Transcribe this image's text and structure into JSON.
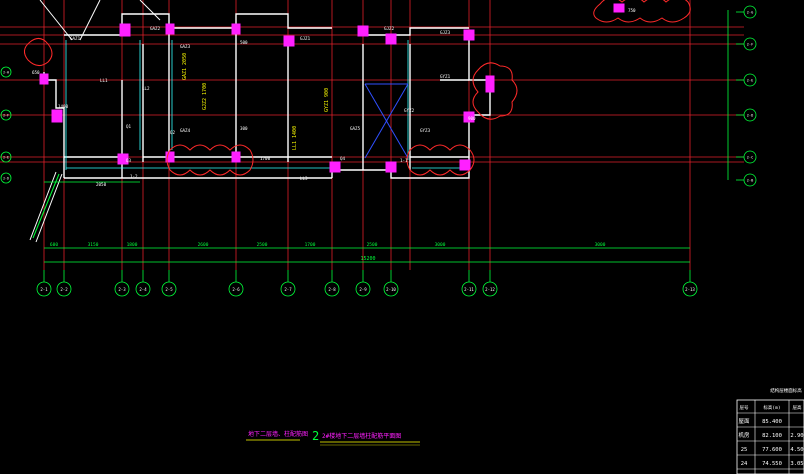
{
  "drawing": {
    "background": "#000000",
    "colors": {
      "axis": "#e0202a",
      "wall": "#ffffff",
      "dim": "#00ff3a",
      "text_yellow": "#ffff00",
      "text_green": "#00ff3a",
      "text_white": "#ffffff",
      "magenta": "#ff20ff",
      "cyan": "#33ffff",
      "blue": "#3050ff",
      "cloud": "#ff2a2a"
    },
    "bottom_axes": [
      "2-1",
      "2-2",
      "2-3",
      "2-4",
      "2-5",
      "2-6",
      "2-7",
      "2-8",
      "2-9",
      "2-10",
      "2-11",
      "2-12",
      "2-13"
    ],
    "right_axes": [
      "2-G",
      "2-F",
      "2-E",
      "2-D",
      "2-C",
      "2-B"
    ],
    "left_axes": [
      "2-H",
      "2-F",
      "2-E",
      "2-D"
    ],
    "overall_dim": "15200",
    "segment_dims": [
      "600",
      "3150",
      "1800",
      "2600",
      "2500",
      "1700",
      "2500",
      "3000",
      "3000"
    ],
    "title_left": "地下二层墙、柱配筋图",
    "title_main": "2#楼地下二层墙柱配筋平面图",
    "table": {
      "caption": "结构层楼面标高",
      "headers": [
        "层号",
        "标高(m)",
        "层高"
      ],
      "rows": [
        [
          "屋面",
          "85.400",
          ""
        ],
        [
          "机房",
          "82.100",
          "2.90"
        ],
        [
          "25",
          "77.600",
          "4.50"
        ],
        [
          "24",
          "74.550",
          "3.05"
        ]
      ]
    },
    "labels": [
      "GAZ1",
      "GAZ2",
      "GAZ3",
      "GJZ1",
      "GJZ2",
      "GJZ3",
      "GYZ1",
      "GYZ2",
      "LL1",
      "LL2",
      "Q1",
      "Q2",
      "Q3",
      "Q4",
      "1-1",
      "1-2",
      "2050",
      "1700",
      "900",
      "1400",
      "650",
      "750",
      "500",
      "300",
      "GAZ4",
      "GAZ5",
      "GYZ3",
      "LL3"
    ]
  }
}
